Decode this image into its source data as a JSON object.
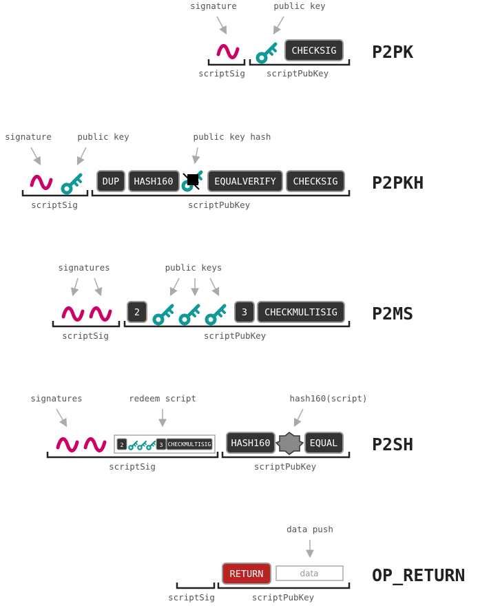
{
  "p2pk": {
    "title": "P2PK",
    "signature_label": "signature",
    "pubkey_label": "public key",
    "checksig": "CHECKSIG",
    "scriptsig_label": "scriptSig",
    "scriptpubkey_label": "scriptPubKey"
  },
  "p2pkh": {
    "title": "P2PKH",
    "signature_label": "signature",
    "pubkey_label": "public key",
    "pubkeyhash_label": "public key hash",
    "dup": "DUP",
    "hash160": "HASH160",
    "equalverify": "EQUALVERIFY",
    "checksig": "CHECKSIG",
    "scriptsig_label": "scriptSig",
    "scriptpubkey_label": "scriptPubKey"
  },
  "p2ms": {
    "title": "P2MS",
    "signatures_label": "signatures",
    "pubkeys_label": "public keys",
    "m": "2",
    "n": "3",
    "checkmultisig": "CHECKMULTISIG",
    "scriptsig_label": "scriptSig",
    "scriptpubkey_label": "scriptPubKey"
  },
  "p2sh": {
    "title": "P2SH",
    "signatures_label": "signatures",
    "redeem_label": "redeem script",
    "hash_label": "hash160(script)",
    "m": "2",
    "n": "3",
    "checkmultisig": "CHECKMULTISIG",
    "hash160": "HASH160",
    "equal": "EQUAL",
    "scriptsig_label": "scriptSig",
    "scriptpubkey_label": "scriptPubKey"
  },
  "op_return": {
    "title": "OP_RETURN",
    "datapush_label": "data push",
    "return": "RETURN",
    "data": "data",
    "scriptsig_label": "scriptSig",
    "scriptpubkey_label": "scriptPubKey"
  },
  "colors": {
    "signature": "#cc0066",
    "key": "#119999",
    "op_box": "#333333",
    "return_box": "#bb2222"
  }
}
